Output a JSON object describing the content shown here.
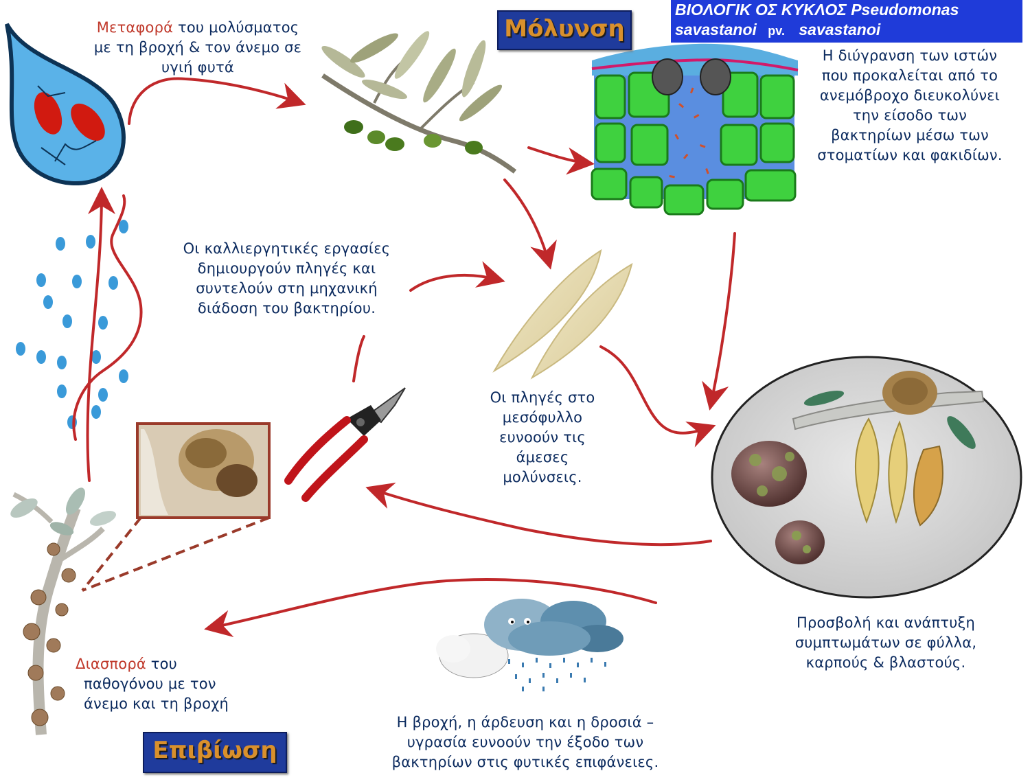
{
  "title": {
    "line1": "ΒΙΟΛΟΓΙΚ ΟΣ ΚΥΚΛΟΣ Pseudomonas",
    "line2_a": "savastanoi",
    "line2_b": "pv.",
    "line2_c": "savastanoi"
  },
  "stages": {
    "infection": "Μόλυνση",
    "survival": "Επιβίωση"
  },
  "texts": {
    "transport": {
      "highlight": "Μεταφορά",
      "rest1": " του μολύσματος",
      "line2": "με τη βροχή & τον άνεμο σε",
      "line3": "υγιή φυτά"
    },
    "tissue_rupture": [
      "Η διύγρανση των ιστών",
      "που προκαλείται από το",
      "ανεμόβροχο διευκολύνει",
      "την είσοδο των",
      "βακτηρίων μέσω των",
      "στοματίων και φακιδίων."
    ],
    "cultivation": [
      "Οι καλλιεργητικές εργασίες",
      "δημιουργούν πληγές και",
      "συντελούν στη μηχανική",
      "διάδοση του βακτηρίου."
    ],
    "leaf_wounds": [
      "Οι πληγές στο",
      "μεσόφυλλο",
      "ευνοούν τις",
      "άμεσες",
      "μολύνσεις."
    ],
    "symptoms": [
      "Προσβολή και ανάπτυξη",
      "συμπτωμάτων σε φύλλα,",
      "καρπούς & βλαστούς."
    ],
    "dispersal": {
      "highlight": "Διασπορά",
      "rest1": " του",
      "line2": "παθογόνου με τον",
      "line3": "άνεμο και τη βροχή"
    },
    "humidity": [
      "Η βροχή, η άρδευση και η δροσιά –",
      "υγρασία ευνοούν την έξοδο των",
      "βακτηρίων στις φυτικές επιφάνειες."
    ]
  },
  "colors": {
    "text": "#0b2a5e",
    "highlight": "#c0392b",
    "arrow": "#c0282a",
    "stage_box": "#1f3b9c",
    "stage_text": "#d9902c",
    "title_box": "#1f3bd9",
    "cell_green": "#3fd13f",
    "drop_blue": "#4aa3df"
  },
  "icons": [
    "bacterium-drop-icon",
    "olive-branch-icon",
    "leaf-tissue-cross-section-icon",
    "wounded-leaves-icon",
    "pruning-shears-icon",
    "knot-closeup-icon",
    "infected-twig-icon",
    "rain-drops-icon",
    "storm-cloud-icon",
    "symptoms-oval-icon"
  ]
}
